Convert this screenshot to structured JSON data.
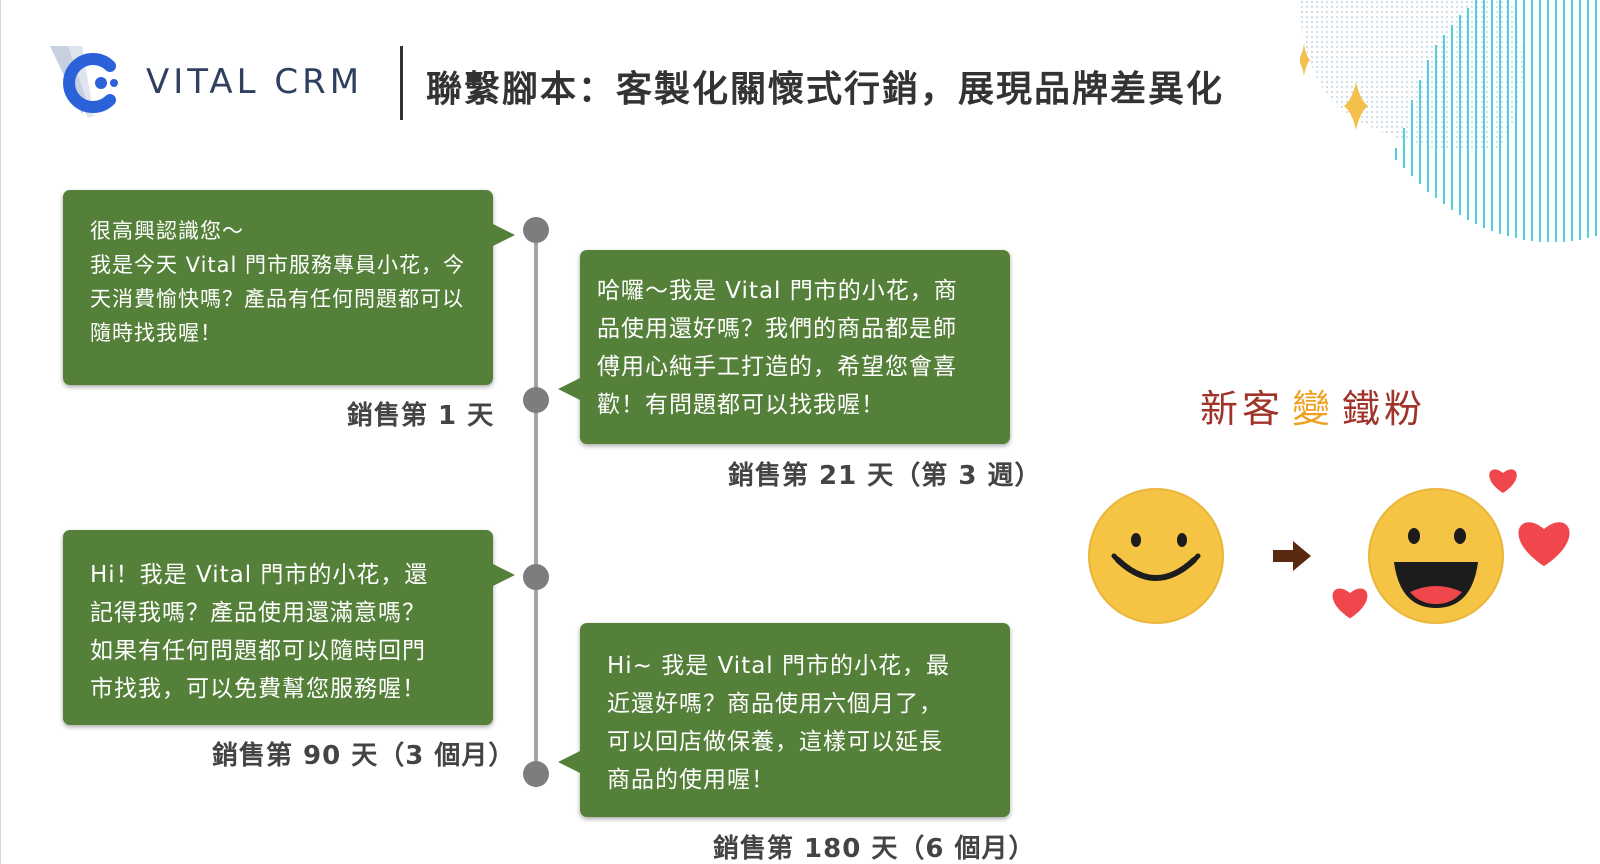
{
  "brand": {
    "name": "VITAL CRM"
  },
  "page_title": "聯繫腳本：客製化關懷式行銷，展現品牌差異化",
  "timeline": [
    {
      "message": "很高興認識您～\n我是今天 Vital 門市服務專員小花，今\n天消費愉快嗎？產品有任何問題都可以\n隨時找我喔！",
      "caption": "銷售第 1 天"
    },
    {
      "message": "哈囉～我是 Vital 門市的小花，商\n品使用還好嗎？我們的商品都是師\n傅用心純手工打造的，希望您會喜\n歡！有問題都可以找我喔！",
      "caption": "銷售第 21 天（第 3 週）"
    },
    {
      "message": "Hi！我是 Vital 門市的小花，還\n記得我嗎？產品使用還滿意嗎？\n如果有任何問題都可以隨時回門\n市找我，可以免費幫您服務喔！",
      "caption": "銷售第 90 天（3 個月）"
    },
    {
      "message": "Hi~ 我是 Vital 門市的小花，最\n近還好嗎？商品使用六個月了，\n可以回店做保養，這樣可以延長\n商品的使用喔！",
      "caption": "銷售第 180 天（6 個月）"
    }
  ],
  "slogan": {
    "part1": "新客",
    "part2": "變",
    "part3": "鐵粉"
  },
  "colors": {
    "bubble_green": "#55803a",
    "brand_blue": "#2f3f5f",
    "slogan_red": "#a0342a",
    "slogan_orange": "#f0a020",
    "face_yellow": "#f5c445",
    "heart_red": "#f0474d",
    "arrow_brown": "#5a2a10"
  },
  "icons": {
    "logo": "vital-crm-logo-icon",
    "happy_face": "smiley-face-icon",
    "laughing_face": "laughing-face-icon",
    "arrow": "arrow-right-icon",
    "heart": "heart-icon",
    "sparkle": "sparkle-icon"
  }
}
